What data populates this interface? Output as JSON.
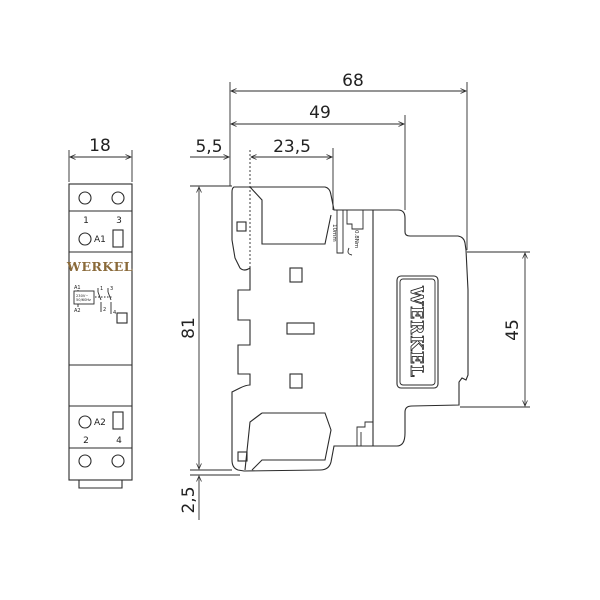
{
  "front_view": {
    "width_dim": "18",
    "top_terminals": [
      "1",
      "3"
    ],
    "coil_top": "A1",
    "brand": "WERKEL",
    "brand_color": "#8a6a3a",
    "schematic": {
      "a1": "A1",
      "a2": "A2",
      "coil_text_1": "230V~",
      "coil_text_2": "50/60Hz",
      "contact_1": "1",
      "contact_3": "3",
      "contact_2": "2",
      "contact_4": "4"
    },
    "coil_bottom": "A2",
    "bottom_terminals": [
      "2",
      "4"
    ]
  },
  "side_view": {
    "dim_total_depth": "68",
    "dim_front_depth": "49",
    "dim_rail_offset": "5,5",
    "dim_terminal_depth": "23,5",
    "dim_height": "81",
    "dim_bottom_offset": "2,5",
    "dim_front_height": "45",
    "strip_length": "10mm",
    "torque": "0.8Nm",
    "brand": "WERKEL"
  }
}
